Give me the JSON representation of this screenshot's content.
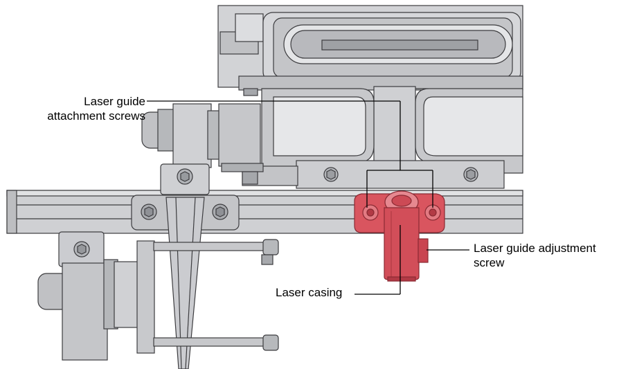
{
  "callouts": {
    "attachment_screws": {
      "line1": "Laser guide",
      "line2": "attachment screws"
    },
    "adjustment_screw": {
      "line1": "Laser guide adjustment",
      "line2": "screw"
    },
    "casing": {
      "text": "Laser casing"
    }
  },
  "colors": {
    "part_gray": "#c9cacd",
    "part_light": "#dedfe1",
    "part_dark": "#8f9196",
    "outline": "#3c3c3f",
    "laser_red": "#d9555f",
    "laser_red_dark": "#b23a45",
    "leader": "#000000"
  }
}
